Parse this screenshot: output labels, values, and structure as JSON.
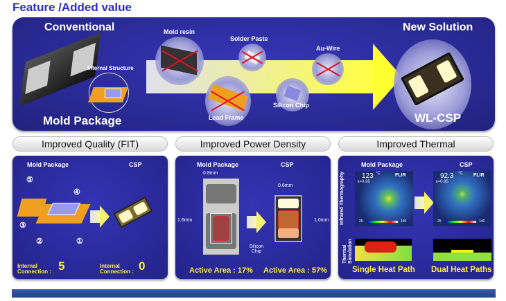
{
  "title": "Feature /Added value",
  "banner": {
    "left_heading": "Conventional",
    "left_caption": "Mold Package",
    "internal_structure": "Internal Structure",
    "removed": [
      "Mold resin",
      "Solder Paste",
      "Au-Wire",
      "Lead Frame"
    ],
    "kept": "Silicon Chip",
    "right_heading": "New Solution",
    "right_caption": "WL-CSP"
  },
  "sections": [
    {
      "header": "Improved Quality (FIT)",
      "left": "Mold Package",
      "right": "CSP",
      "markers": [
        "①",
        "②",
        "③",
        "④",
        "⑤"
      ],
      "left_metric_label": "Internal Connection :",
      "left_metric_value": "5",
      "right_metric_label": "Internal Connection :",
      "right_metric_value": "0"
    },
    {
      "header": "Improved Power Density",
      "left": "Mold Package",
      "right": "CSP",
      "left_width": "0.8mm",
      "left_height": "1.6mm",
      "right_width": "0.6mm",
      "right_height": "1.0mm",
      "chip_label": "Silicon Chip",
      "left_metric": "Active Area : 17%",
      "right_metric": "Active Area : 57%"
    },
    {
      "header": "Improved Thermal",
      "left": "Mold Package",
      "right": "CSP",
      "row1_label": "Infrared Thermography",
      "row2_label": "Thermal Simulation",
      "left_temp": "123",
      "right_temp": "92.3",
      "unit": "°C",
      "emissivity": "ε=0.95",
      "brand": "FLIR",
      "scale_min": "25",
      "scale_max": "140",
      "left_metric": "Single Heat Path",
      "right_metric": "Dual Heat Paths"
    }
  ],
  "colors": {
    "title": "#2a2ad6",
    "panel": "#2a2aa0",
    "accent": "#ffee40",
    "cross": "#e01020"
  }
}
